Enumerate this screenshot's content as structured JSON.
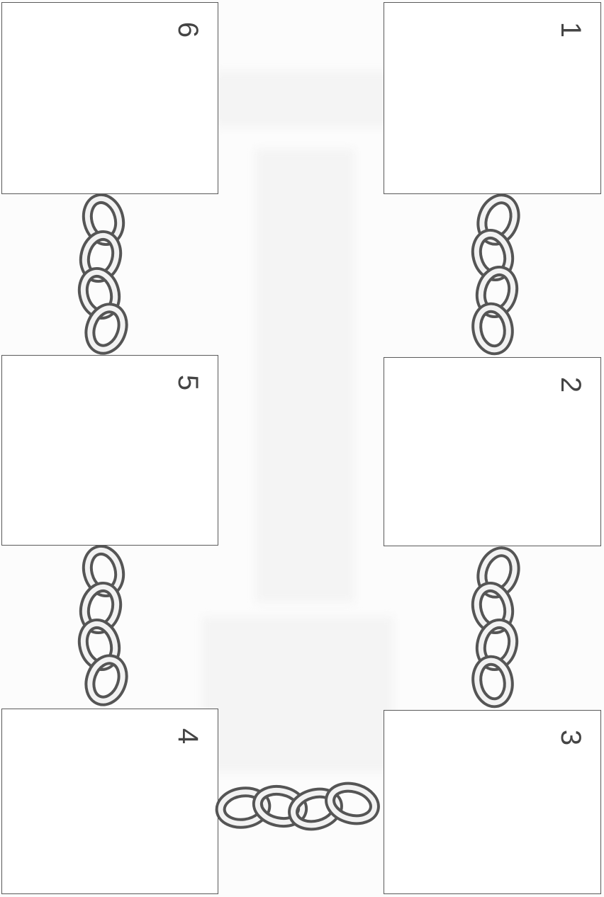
{
  "boxes": [
    {
      "number": "1"
    },
    {
      "number": "2"
    },
    {
      "number": "3"
    },
    {
      "number": "4"
    },
    {
      "number": "5"
    },
    {
      "number": "6"
    }
  ],
  "colors": {
    "border": "#5a5a5a",
    "chain": "#555555",
    "background": "#fcfcfc"
  }
}
